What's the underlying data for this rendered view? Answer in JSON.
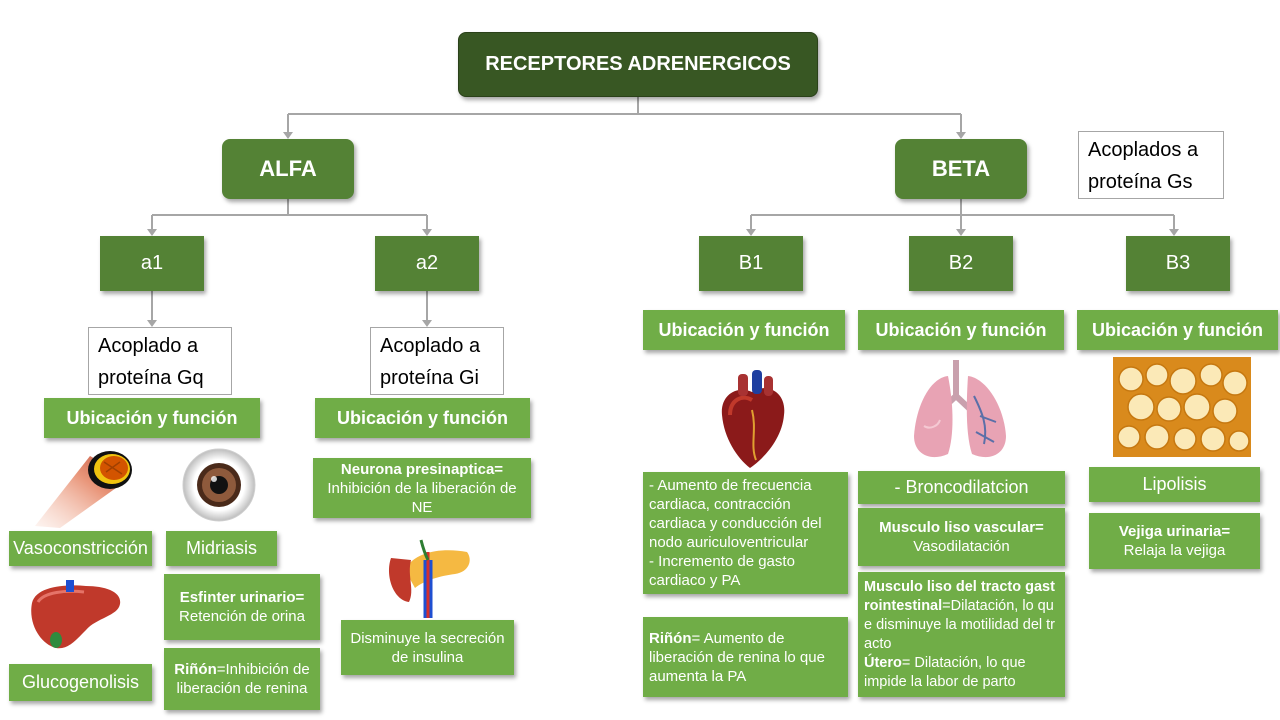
{
  "root": "RECEPTORES ADRENERGICOS",
  "alfa": {
    "label": "ALFA",
    "a1": {
      "label": "a1",
      "coupled": "Acoplado a proteína Gq",
      "ubicacion": "Ubicación y función",
      "vasoconstriccion": "Vasoconstricción",
      "midriasis": "Midriasis",
      "glucogenolisis": "Glucogenolisis",
      "esfinter_title": "Esfinter urinario=",
      "esfinter_text": "Retención de orina",
      "rinon_title": "Riñón",
      "rinon_text": "=Inhibición de liberación de renina"
    },
    "a2": {
      "label": "a2",
      "coupled": "Acoplado a proteína Gi",
      "ubicacion": "Ubicación y función",
      "neurona_title": "Neurona presinaptica=",
      "neurona_text": "Inhibición de la liberación de NE",
      "insulina": "Disminuye la secreción de insulina"
    }
  },
  "beta": {
    "label": "BETA",
    "coupled": "Acoplados a proteína Gs",
    "b1": {
      "label": "B1",
      "ubicacion": "Ubicación y función",
      "heart_text_1": "-  Aumento de frecuencia cardiaca, contracción cardiaca y conducción del nodo auriculoventricular",
      "heart_text_2": "-  Incremento de gasto cardiaco y PA",
      "rinon_title": "Riñón",
      "rinon_text": "= Aumento de liberación de renina lo que aumenta la PA"
    },
    "b2": {
      "label": "B2",
      "ubicacion": "Ubicación y función",
      "bronco": "- Broncodilatcion",
      "vascular_title": "Musculo liso vascular=",
      "vascular_text": "Vasodilatación",
      "gi_title": "Musculo liso del tracto gastrointestinal",
      "gi_text": "=Dilatación, lo que disminuye la motilidad del tracto",
      "utero_title": "Útero",
      "utero_text": "= Dilatación, lo que impide la labor de parto"
    },
    "b3": {
      "label": "B3",
      "ubicacion": "Ubicación y función",
      "lipolisis": "Lipolisis",
      "vejiga_title": "Vejiga urinaria=",
      "vejiga_text": "Relaja la vejiga"
    }
  },
  "colors": {
    "dark_green": "#385723",
    "mid_green": "#548235",
    "light_green": "#70ad47",
    "connector": "#a6a6a6"
  },
  "icons": [
    "muscle-icon",
    "eye-icon",
    "liver-icon",
    "pancreas-icon",
    "heart-icon",
    "lungs-icon",
    "adipose-tissue-icon"
  ]
}
